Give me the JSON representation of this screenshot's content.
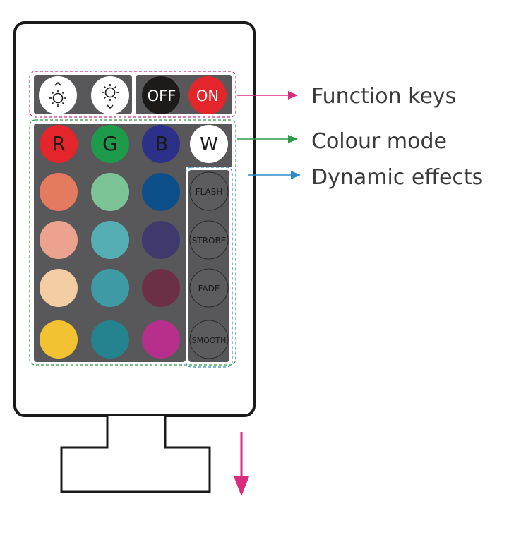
{
  "function_keys": {
    "brightness_up_icon": "brightness-up-icon",
    "brightness_down_icon": "brightness-down-icon",
    "off_label": "OFF",
    "on_label": "ON"
  },
  "colour_keys": {
    "r_label": "R",
    "g_label": "G",
    "b_label": "B",
    "w_label": "W",
    "rows": [
      [
        "#E4252B",
        "#1E9B4A",
        "#2B3188",
        "#FFFFFF"
      ],
      [
        "#E47A5E",
        "#7CC496",
        "#0D4F8A"
      ],
      [
        "#EBA28E",
        "#56AEB5",
        "#3F3A6E"
      ],
      [
        "#F5CDA4",
        "#3E9BA5",
        "#6B3045"
      ],
      [
        "#F2C232",
        "#25838F",
        "#B72F8C"
      ]
    ]
  },
  "effect_keys": {
    "flash": "FLASH",
    "strobe": "STROBE",
    "fade": "FADE",
    "smooth": "SMOOTH"
  },
  "callouts": {
    "function_keys": "Function keys",
    "colour_mode": "Colour mode",
    "dynamic_effects": "Dynamic effects",
    "function_color": "#D82C7C",
    "colour_color": "#2E9B4B",
    "dynamic_color": "#2E8BC9"
  },
  "colors": {
    "panel": "#58585A",
    "outline": "#1A1A1A",
    "button_dark": "#5C5C5E"
  }
}
